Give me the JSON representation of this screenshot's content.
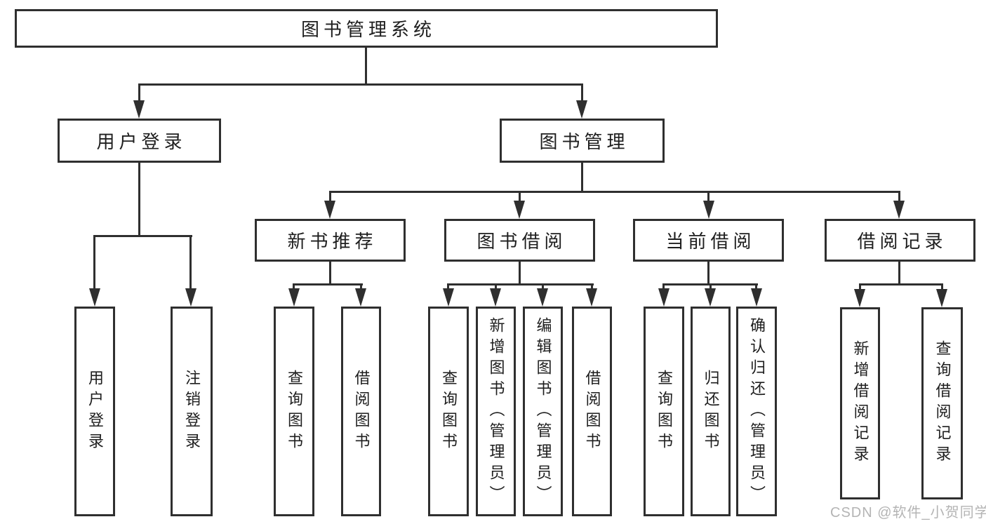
{
  "colors": {
    "line": "#2f2f2f",
    "box_border": "#2f2f2f",
    "text": "#1e1e1e",
    "watermark": "#b4b4b4",
    "background": "#ffffff"
  },
  "tree": {
    "root": {
      "label": "图书管理系统"
    },
    "children": [
      {
        "label": "用户登录",
        "children": [
          {
            "label": "用户登录"
          },
          {
            "label": "注销登录"
          }
        ]
      },
      {
        "label": "图书管理",
        "children": [
          {
            "label": "新书推荐",
            "children": [
              {
                "label": "查询图书"
              },
              {
                "label": "借阅图书"
              }
            ]
          },
          {
            "label": "图书借阅",
            "children": [
              {
                "label": "查询图书"
              },
              {
                "label": "新增图书（管理员）"
              },
              {
                "label": "编辑图书（管理员）"
              },
              {
                "label": "借阅图书"
              }
            ]
          },
          {
            "label": "当前借阅",
            "children": [
              {
                "label": "查询图书"
              },
              {
                "label": "归还图书"
              },
              {
                "label": "确认归还（管理员）"
              }
            ]
          },
          {
            "label": "借阅记录",
            "children": [
              {
                "label": "新增借阅记录"
              },
              {
                "label": "查询借阅记录"
              }
            ]
          }
        ]
      }
    ]
  },
  "watermark": {
    "label": "CSDN @软件_小贺同学"
  }
}
